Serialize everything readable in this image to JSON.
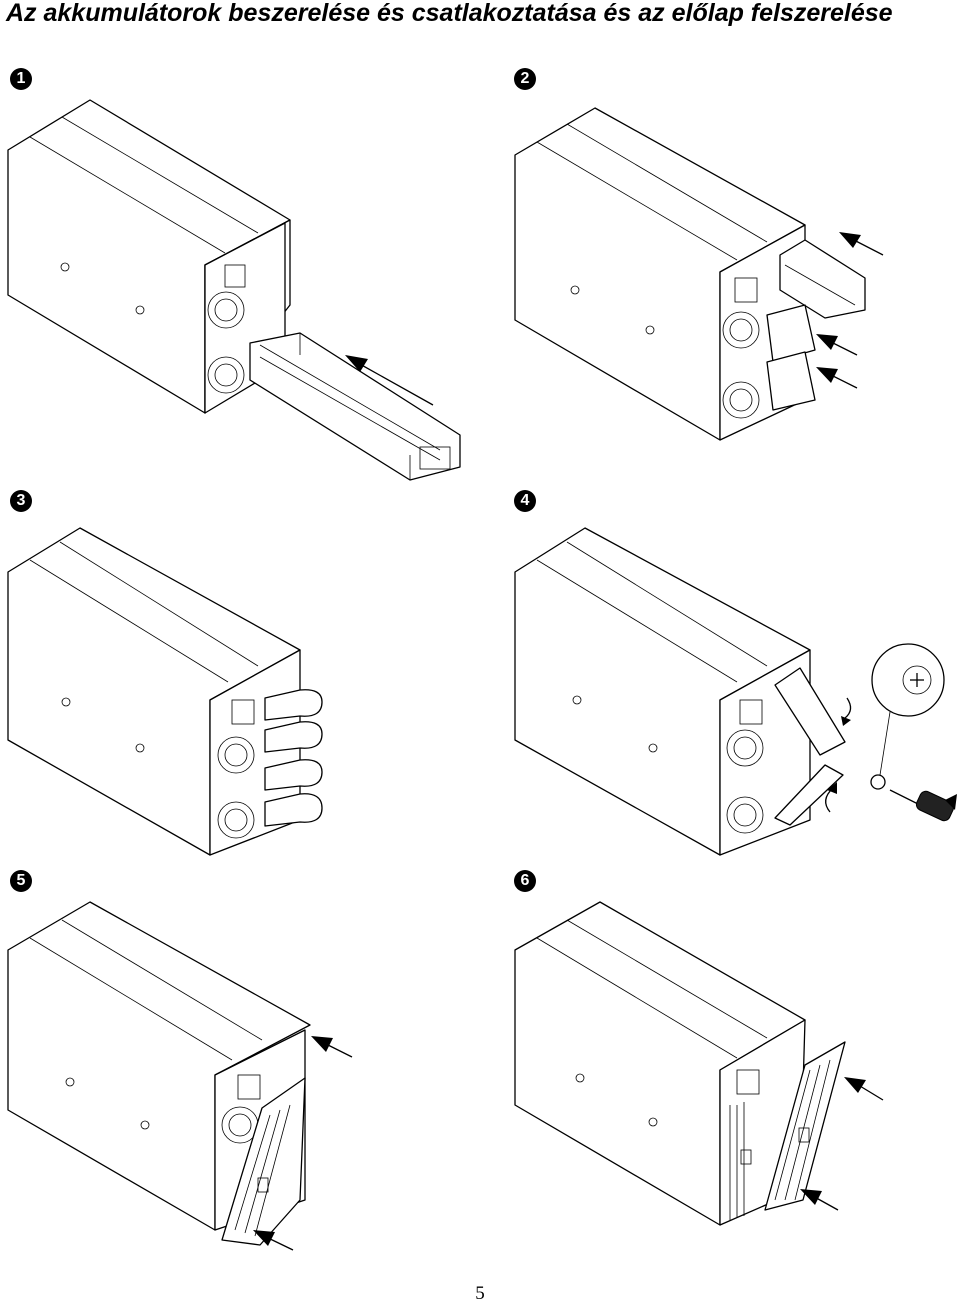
{
  "heading": {
    "title": "Az akkumulátorok beszerelése és csatlakoztatása és az előlap felszerelése"
  },
  "steps": [
    {
      "number": "1",
      "figure": "battery-slide-in"
    },
    {
      "number": "2",
      "figure": "battery-modules-push"
    },
    {
      "number": "3",
      "figure": "connectors-plug-in"
    },
    {
      "number": "4",
      "figure": "bracket-screw-in"
    },
    {
      "number": "5",
      "figure": "front-bezel-attach"
    },
    {
      "number": "6",
      "figure": "front-bezel-close"
    }
  ],
  "footer": {
    "page_number": "5"
  }
}
